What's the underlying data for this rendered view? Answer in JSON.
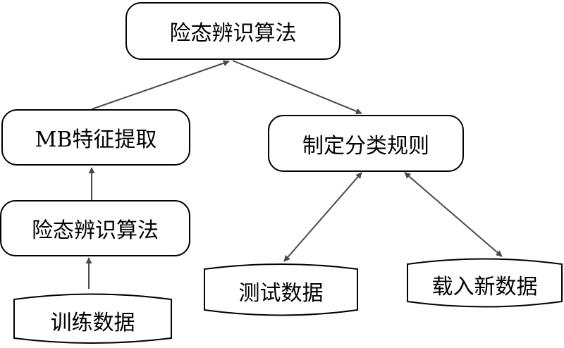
{
  "nodes": {
    "top_algorithm": "险态辨识算法",
    "mb_feature": "MB特征提取",
    "classify_rules": "制定分类规则",
    "left_algorithm": "险态辨识算法",
    "train_data": "训练数据",
    "test_data": "测试数据",
    "load_new_data": "载入新数据"
  },
  "colors": {
    "line": "#4a4a4a",
    "border": "#000000"
  }
}
